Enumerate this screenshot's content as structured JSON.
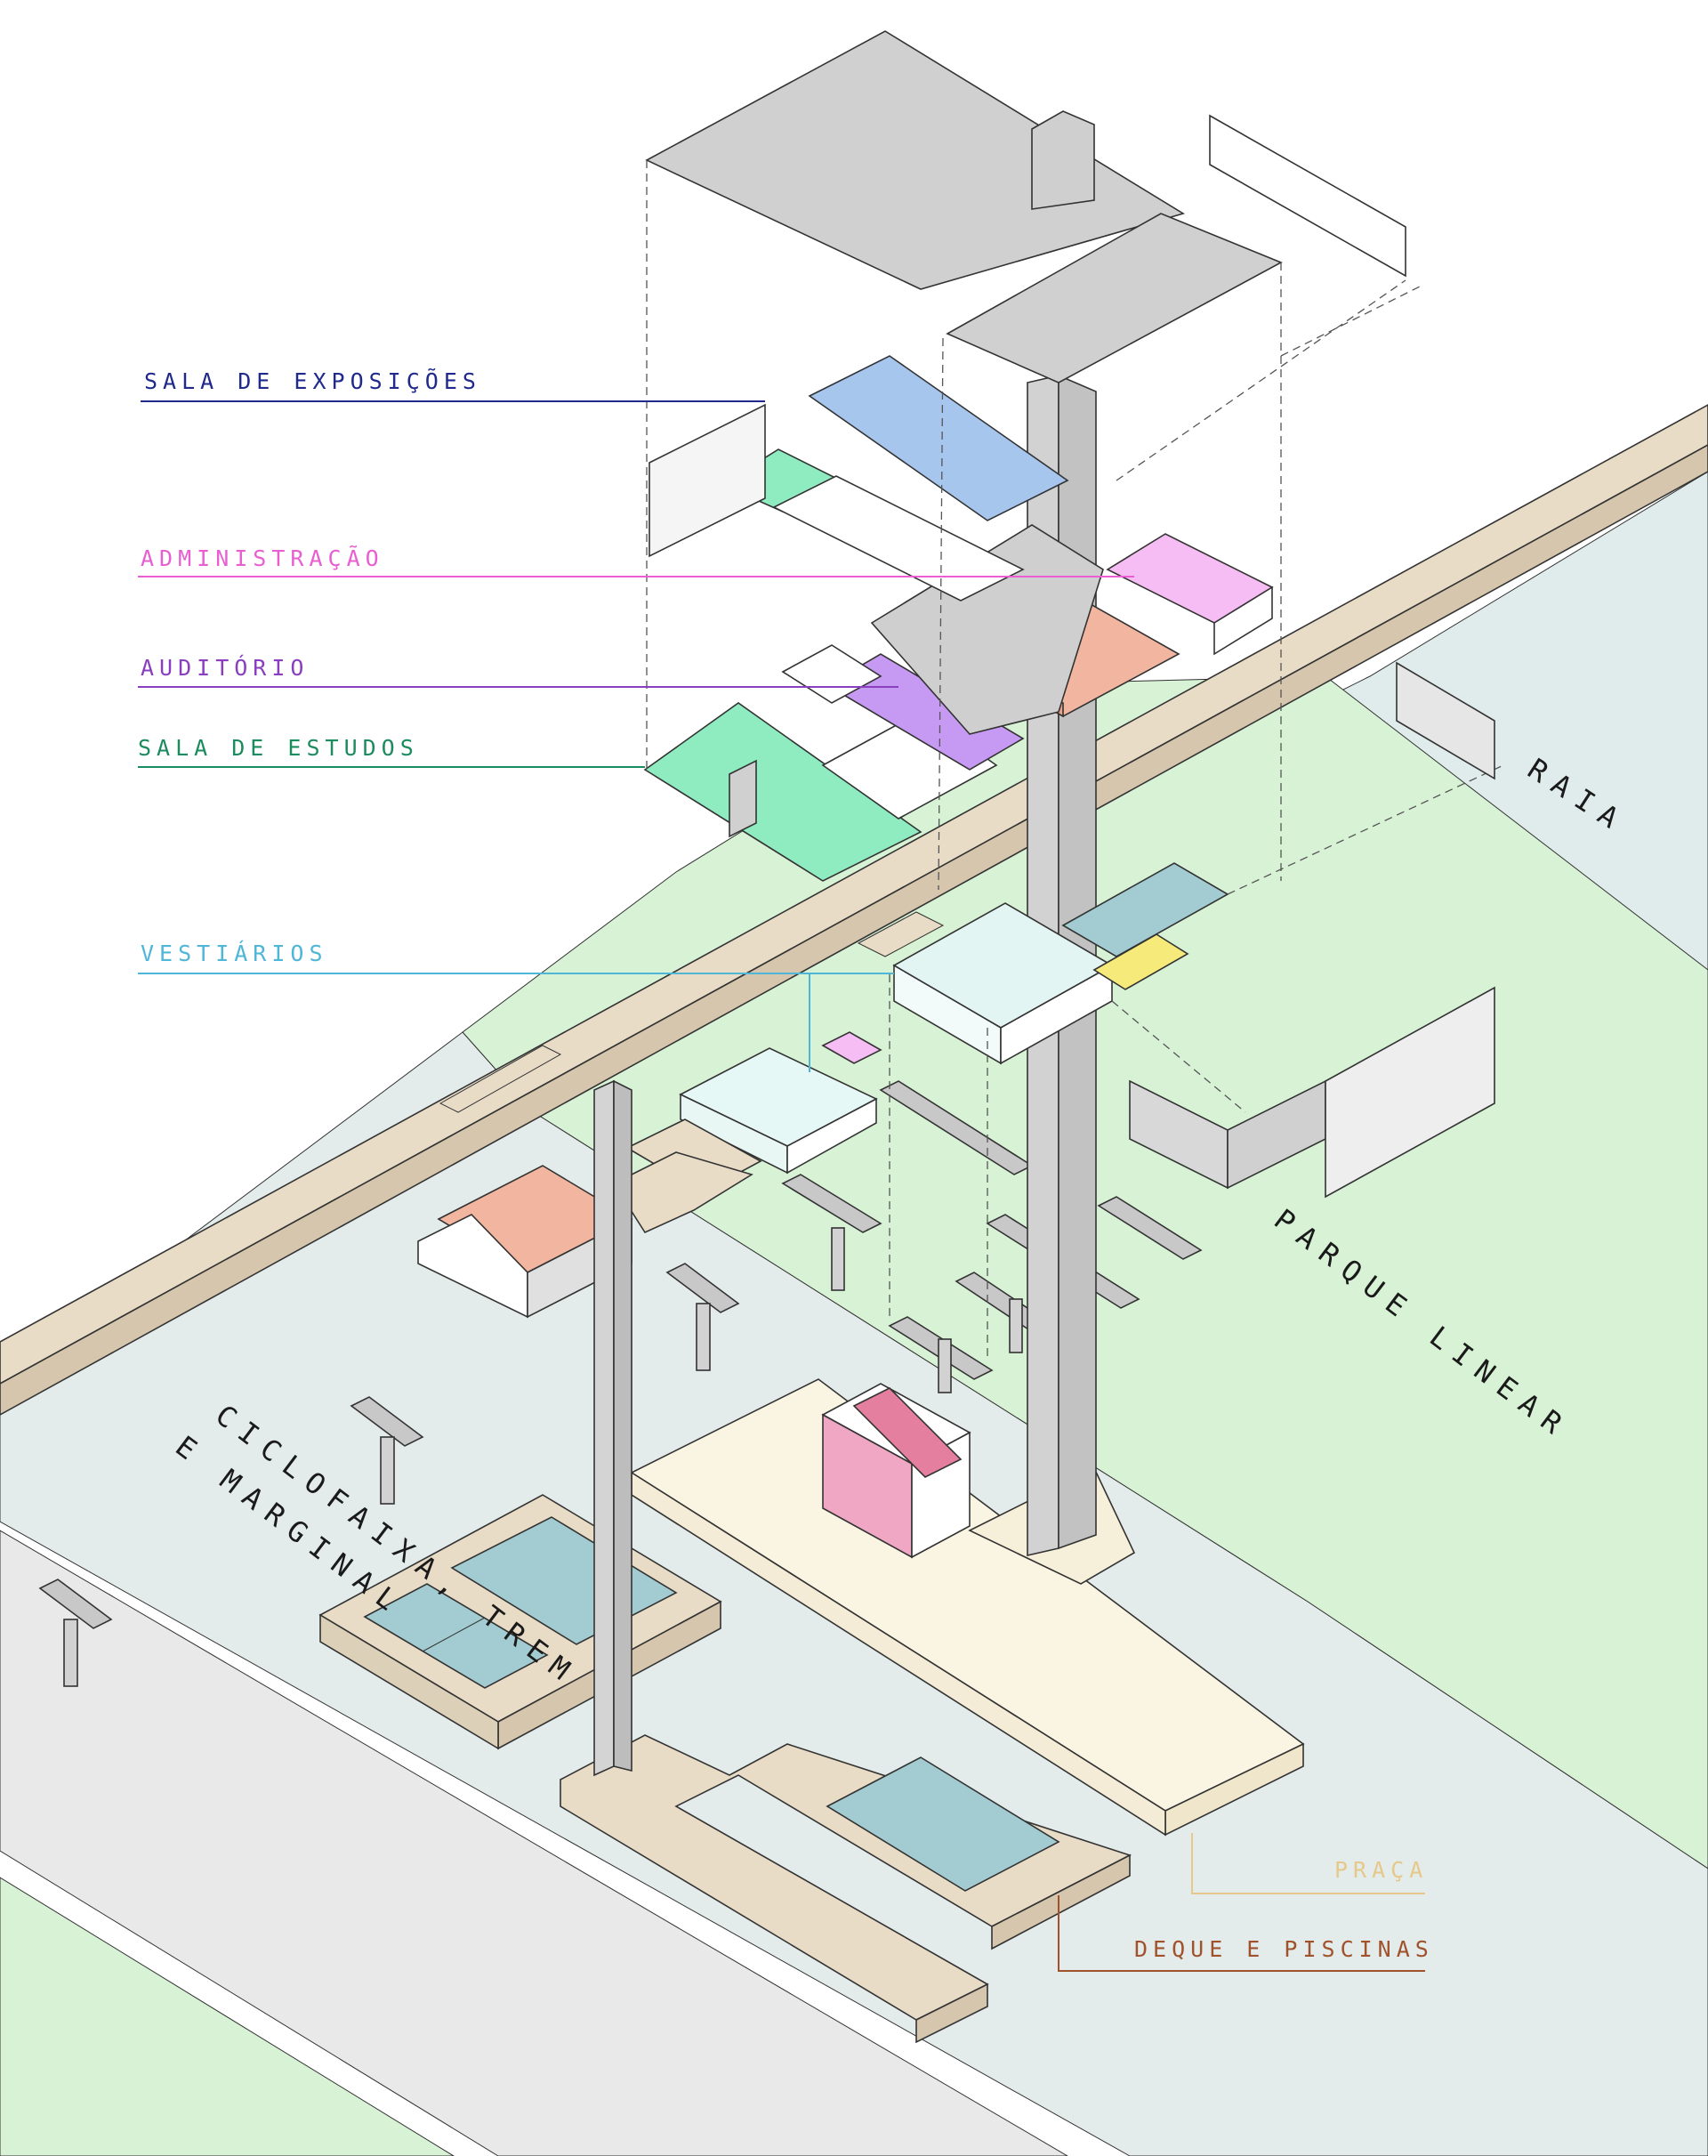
{
  "colors": {
    "exposicoes": "#1f2a8c",
    "exposicoes_fill": "#a7c6ee",
    "administracao": "#e85fd2",
    "administracao_fill": "#f5bdf4",
    "auditorio": "#8a3fc0",
    "auditorio_fill": "#c69af2",
    "estudos": "#1c8c5e",
    "estudos_fill": "#8fecc1",
    "vestiarios": "#4fb6d8",
    "praca": "#e6c98a",
    "deque": "#a0522d",
    "park": "#d8f2d6",
    "street": "#e3ecea",
    "road": "#e9e9e9",
    "river": "#e0eceb",
    "deck": "#e8dcc7",
    "pool": "#a3ccd2",
    "salmon": "#f2b6a0",
    "roof": "#d0d0d0"
  },
  "labels": {
    "sala_exposicoes": "SALA DE EXPOSIÇÕES",
    "administracao": "ADMINISTRAÇÃO",
    "auditorio": "AUDITÓRIO",
    "sala_estudos": "SALA DE ESTUDOS",
    "vestiarios": "VESTIÁRIOS",
    "praca": "PRAÇA",
    "deque_piscinas": "DEQUE E PISCINAS",
    "raia": "RAIA",
    "parque_linear": "PARQUE LINEAR",
    "ciclofaixa_line1": "CICLOFAIXA, TREM",
    "ciclofaixa_line2": "E MARGINAL"
  }
}
